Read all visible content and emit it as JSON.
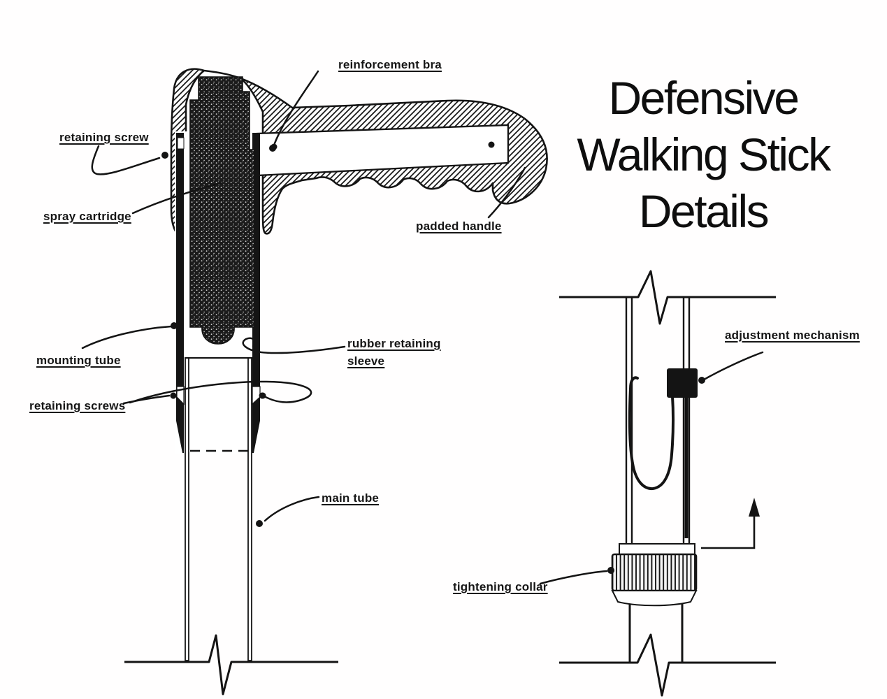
{
  "title": {
    "lines": [
      "Defensive",
      "Walking Stick",
      "Details"
    ]
  },
  "diagrams": {
    "stick_upper": {
      "labels": {
        "reinforcement_brace": "reinforcement bra",
        "retaining_screw": "retaining screw",
        "spray_cartridge": "spray cartridge",
        "padded_handle": "padded handle",
        "mounting_tube": "mounting tube",
        "rubber_retaining_sleeve_line1": "rubber retaining",
        "rubber_retaining_sleeve_line2": "sleeve",
        "retaining_screws": "retaining screws",
        "main_tube": "main tube"
      }
    },
    "stick_lower": {
      "labels": {
        "adjustment_mechanism": "adjustment mechanism",
        "tightening_collar": "tightening collar"
      }
    }
  },
  "colors": {
    "ink": "#141414",
    "paper": "#ffffff"
  }
}
